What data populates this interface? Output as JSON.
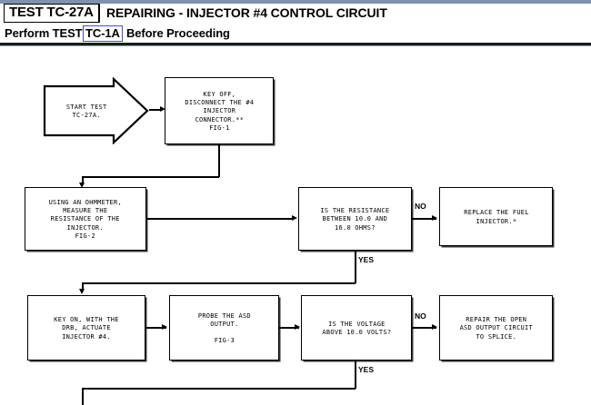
{
  "header": {
    "test_code": "TEST TC-27A",
    "title": "REPAIRING - INJECTOR #4 CONTROL CIRCUIT",
    "subtitle_before": "Perform TEST",
    "subtitle_link": "TC-1A",
    "subtitle_after": "Before Proceeding",
    "accent_bar_color": "#7d93ab",
    "link_border_color": "#4a4ad0"
  },
  "flow": {
    "start": {
      "label": "START TEST\nTC-27A."
    },
    "nodes": [
      {
        "id": "key-off",
        "text": "KEY OFF,\nDISCONNECT THE #4\nINJECTOR\nCONNECTOR.**\nFIG-1"
      },
      {
        "id": "ohmmeter",
        "text": "USING AN OHMMETER,\nMEASURE THE\nRESISTANCE OF THE\nINJECTOR.\nFIG-2"
      },
      {
        "id": "resistance-check",
        "text": "IS THE RESISTANCE\nBETWEEN 10.0 AND\n16.0 OHMS?"
      },
      {
        "id": "replace-injector",
        "text": "REPLACE THE FUEL\nINJECTOR.*"
      },
      {
        "id": "key-on-drb",
        "text": "KEY ON, WITH THE\nDRB, ACTUATE\nINJECTOR #4."
      },
      {
        "id": "probe-asd",
        "text": "PROBE THE ASD\nOUTPUT.\n\nFIG-3"
      },
      {
        "id": "voltage-check",
        "text": "IS THE VOLTAGE\nABOVE 10.0 VOLTS?"
      },
      {
        "id": "repair-asd",
        "text": "REPAIR THE OPEN\nASD OUTPUT CIRCUIT\nTO SPLICE."
      }
    ],
    "edge_labels": {
      "no_resistance": "NO",
      "yes_resistance": "YES",
      "no_voltage": "NO",
      "yes_voltage": "YES"
    }
  }
}
